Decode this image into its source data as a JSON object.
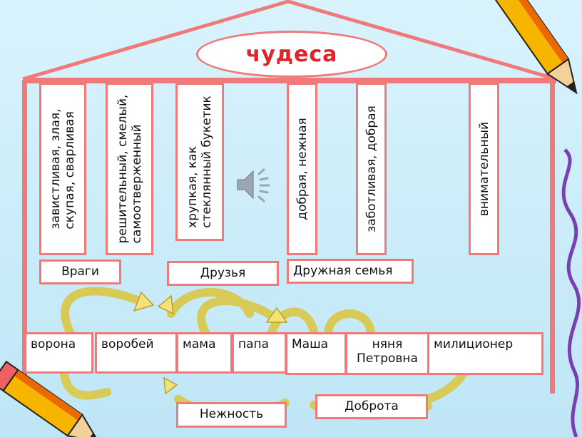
{
  "title": "чудеса",
  "columns": [
    {
      "text": "завистливая, злая,\nскупая, сварливая"
    },
    {
      "text": "решительный, смелый,\nсамоотверженный"
    },
    {
      "text": "хрупкая, как\nстеклянный букетик"
    },
    {
      "text": "добрая, нежная"
    },
    {
      "text": "заботливая, добрая"
    },
    {
      "text": "внимательный"
    }
  ],
  "groups": {
    "enemies": "Враги",
    "friends": "Друзья",
    "family": "Дружная семья"
  },
  "characters": [
    {
      "name": "ворона"
    },
    {
      "name": "воробей"
    },
    {
      "name": "мама"
    },
    {
      "name": "папа"
    },
    {
      "name": "Маша"
    },
    {
      "name": "няня\nПетровна"
    },
    {
      "name": "милиционер"
    }
  ],
  "qualities": {
    "tenderness": "Нежность",
    "kindness": "Доброта"
  },
  "icons": [
    "sound-icon",
    "pencil-icon"
  ],
  "colors": {
    "frame": "#f07a7a",
    "title": "#e0242a",
    "arrow": "#f3e27a",
    "background": "#cdeefa"
  }
}
